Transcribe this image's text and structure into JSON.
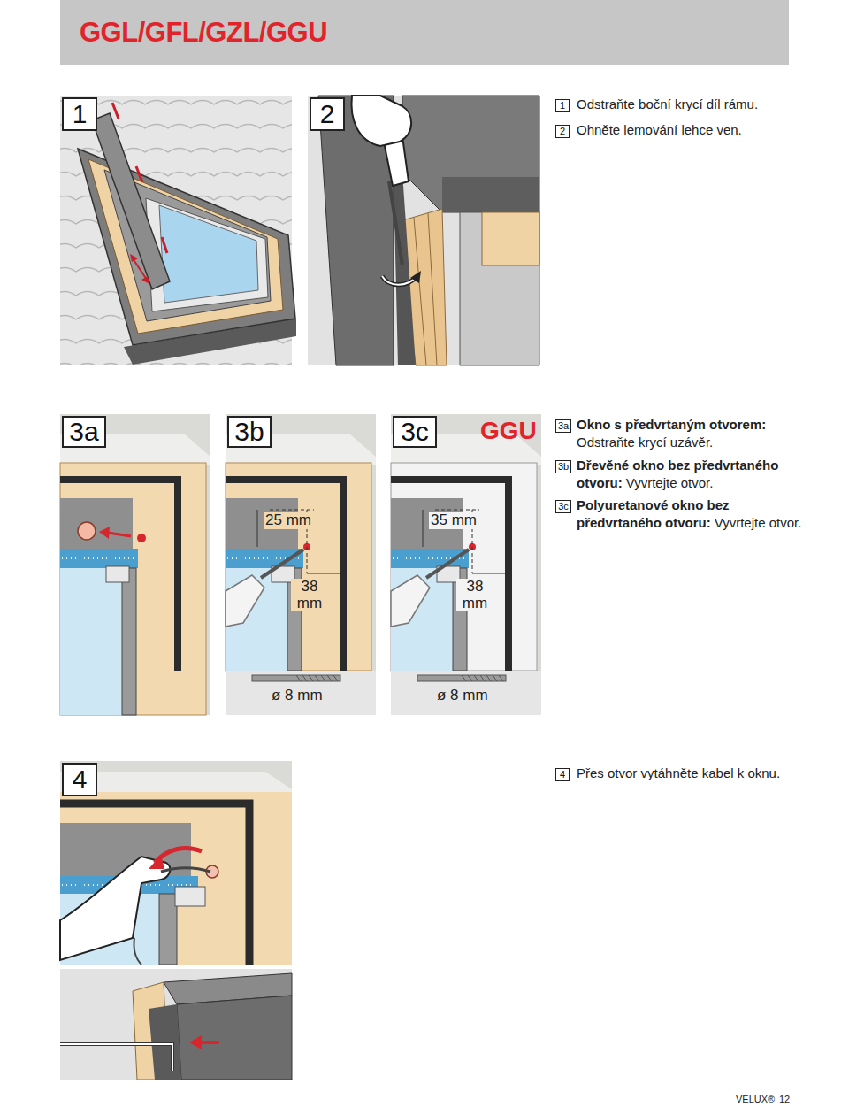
{
  "diagram": {
    "title": "GGL/GFL/GZL/GGU",
    "nodes": [
      {
        "text": [
          "1"
        ]
      },
      {
        "text": [
          "2"
        ]
      },
      {
        "text": [
          "1"
        ]
      },
      {
        "text": [
          "2"
        ]
      },
      {
        "text": [
          "3a"
        ]
      },
      {
        "text": [
          "3b"
        ]
      },
      {
        "text": [
          "3c"
        ]
      },
      {
        "text": [
          "3a"
        ]
      },
      {
        "text": [
          "3b"
        ]
      },
      {
        "text": [
          "3c"
        ]
      },
      {
        "text": [
          "4"
        ]
      },
      {
        "text": [
          "4"
        ]
      }
    ],
    "labels": [
      "Odstraňte boční krycí díl rámu.",
      "Ohněte lemování lehce ven.",
      "Okno s předvrtaným otvorem:",
      "Odstraňte krycí uzávěr.",
      "Dřevěné okno bez předvrtaného otvoru:",
      "Vyvrtejte otvor.",
      "Polyuretanové okno bez předvrtaného otvoru:",
      "Vyvrtejte otvor.",
      "Přes otvor vytáhněte kabel k oknu.",
      "GGU",
      "25 mm",
      "38 mm",
      "35 mm",
      "38 mm",
      "ø 8 mm",
      "ø 8 mm",
      "VELUX®",
      "12"
    ]
  }
}
